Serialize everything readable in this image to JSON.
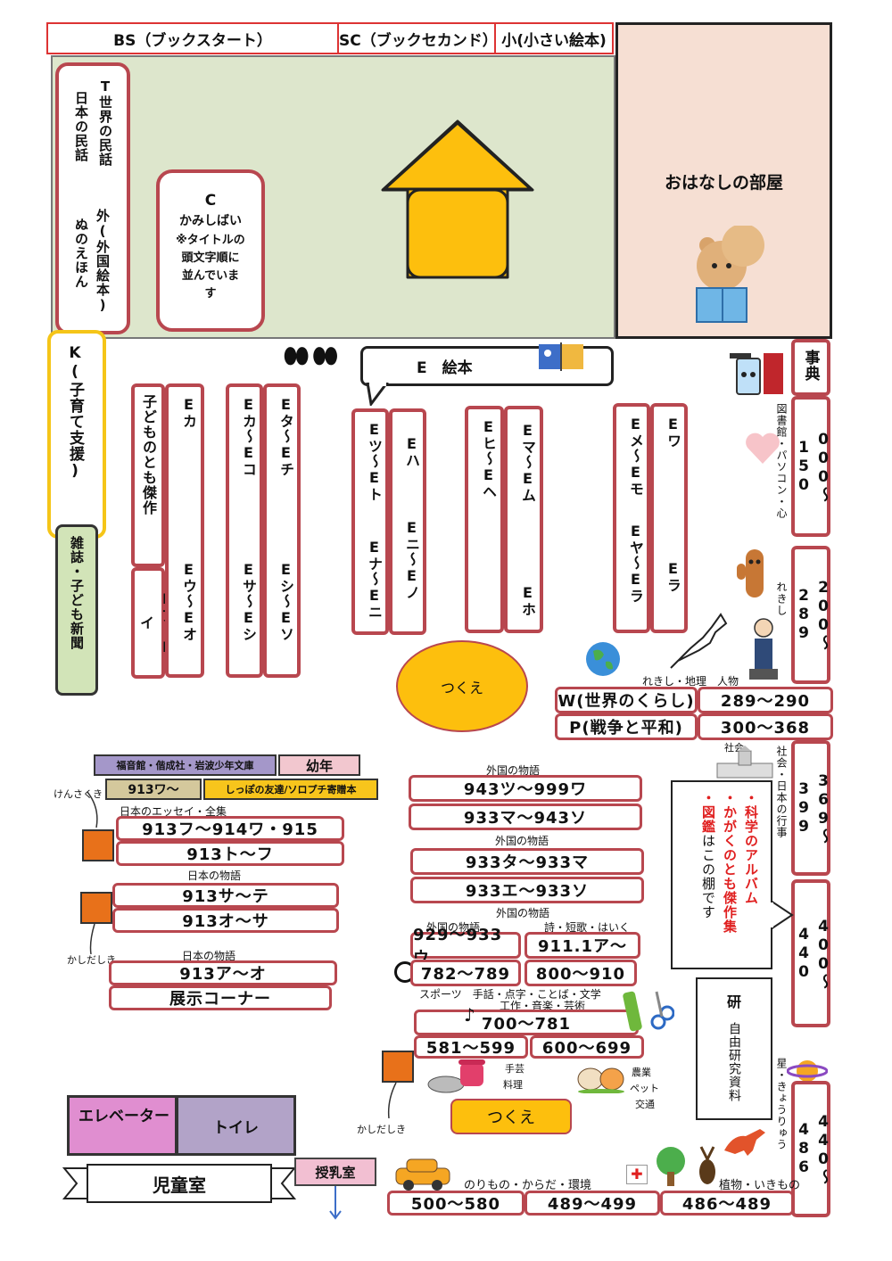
{
  "top_labels": {
    "bs": "BS（ブックスタート）",
    "sc": "SC（ブックセカンド）",
    "small": "小(小さい絵本)"
  },
  "ohanashi": "おはなしの部屋",
  "folk_shelf": {
    "t": "T",
    "line1": "世界の民話",
    "line2": "日本の民話",
    "line3": "外(外国絵本)",
    "line4": "ぬのえほん"
  },
  "kamishibai": {
    "title": "C",
    "line1": "かみしばい",
    "line2": "※タイトルの",
    "line3": "頭文字順に",
    "line4": "並んでいま",
    "line5": "す"
  },
  "k_shelf": "K(子育て支援)",
  "magazine": "雑誌・子ども新聞",
  "picturebook_label": "E　絵本",
  "e_shelves": {
    "kodomo": "子どものとも傑作",
    "ea_ei": "Eア～Eイ",
    "eka": "Eカ",
    "eu_eo": "Eウ～Eオ",
    "eka_eko": "Eカ～Eコ",
    "esa_eshi": "Eサ～Eシ",
    "eta_echi": "Eタ～Eチ",
    "eshi_eso": "Eシ～Eソ",
    "etsu_eto": "Eツ～Eト",
    "ena_eni": "Eナ～Eニ",
    "eha": "Eハ",
    "eni_eno": "Eニ～Eノ",
    "ehi_ehe": "Eヒ～Eヘ",
    "ema_emu": "Eマ～Eム",
    "eho": "Eホ",
    "eme_emo": "Eメ～Eモ",
    "eya_era": "Eヤ～Eラ",
    "ewa": "Eワ",
    "era": "Eラ"
  },
  "desk": "つくえ",
  "right_shelves": {
    "jiten": "事典",
    "r000": "000～150",
    "r000_sub": "図書館・パソコン・心",
    "r200": "200～289",
    "r200_sub": "れきし",
    "r369": "369～399",
    "r369_sub": "社会・日本の行事",
    "r400": "400～440",
    "r440": "440～486",
    "r440_sub": "星・きょうりゅう"
  },
  "history_caption": "れきし・地理　人物",
  "w_label": "W(世界のくらし)",
  "w_range": "289～290",
  "p_label": "P(戦争と平和)",
  "p_range": "300～368",
  "shakai": "社会",
  "science_callout": {
    "bullet1": "・科学のアルバム",
    "bullet2": "・かがくのとも傑作集",
    "bullet3": "・図鑑",
    "rest": "はこの棚です"
  },
  "research": {
    "title": "研",
    "sub": "自由研究資料"
  },
  "bunko": {
    "pub": "福音館・偕成社・岩波少年文庫",
    "yonen": "幼年",
    "r913wa": "913ワ～",
    "shippo": "しっぽの友達/ソロプチ寄贈本"
  },
  "kensakuki": "けんさくき",
  "kashidashiki": "かしだしき",
  "left_blocks": {
    "essay_cap": "日本のエッセイ・全集",
    "r913fu": "913フ～914ワ・915",
    "r913to": "913ト～フ",
    "story_cap1": "日本の物語",
    "r913sa": "913サ～テ",
    "r913o": "913オ～サ",
    "story_cap2": "日本の物語",
    "r913a": "913ア～オ",
    "exhibit": "展示コーナー"
  },
  "center_blocks": {
    "cap1": "外国の物語",
    "r943": "943ツ～999ワ",
    "r933ma": "933マ～943ソ",
    "cap2": "外国の物語",
    "r933ta": "933タ～933マ",
    "r933e": "933エ～933ソ",
    "cap3": "外国の物語",
    "cap4": "外国の物語",
    "cap5": "詩・短歌・はいく",
    "r929": "929～933ウ",
    "r911": "911.1ア～",
    "r782": "782～789",
    "r800": "800～910",
    "cap6": "スポーツ　手話・点字・ことば・文学",
    "cap7": "工作・音楽・芸術",
    "r700": "700～781",
    "r581": "581～599",
    "r600": "600～699",
    "craft": "手芸",
    "cook": "料理",
    "farm": "農業",
    "pet": "ペット",
    "traffic": "交通",
    "desk2": "つくえ"
  },
  "bottom": {
    "elevator": "エレベーター",
    "toilet": "トイレ",
    "jidoushitsu": "児童室",
    "junyu": "授乳室",
    "cap_vehicle": "のりもの・からだ・環境",
    "cap_plant": "植物・いきもの",
    "r500": "500～580",
    "r489": "489～499",
    "r486": "486～489"
  }
}
